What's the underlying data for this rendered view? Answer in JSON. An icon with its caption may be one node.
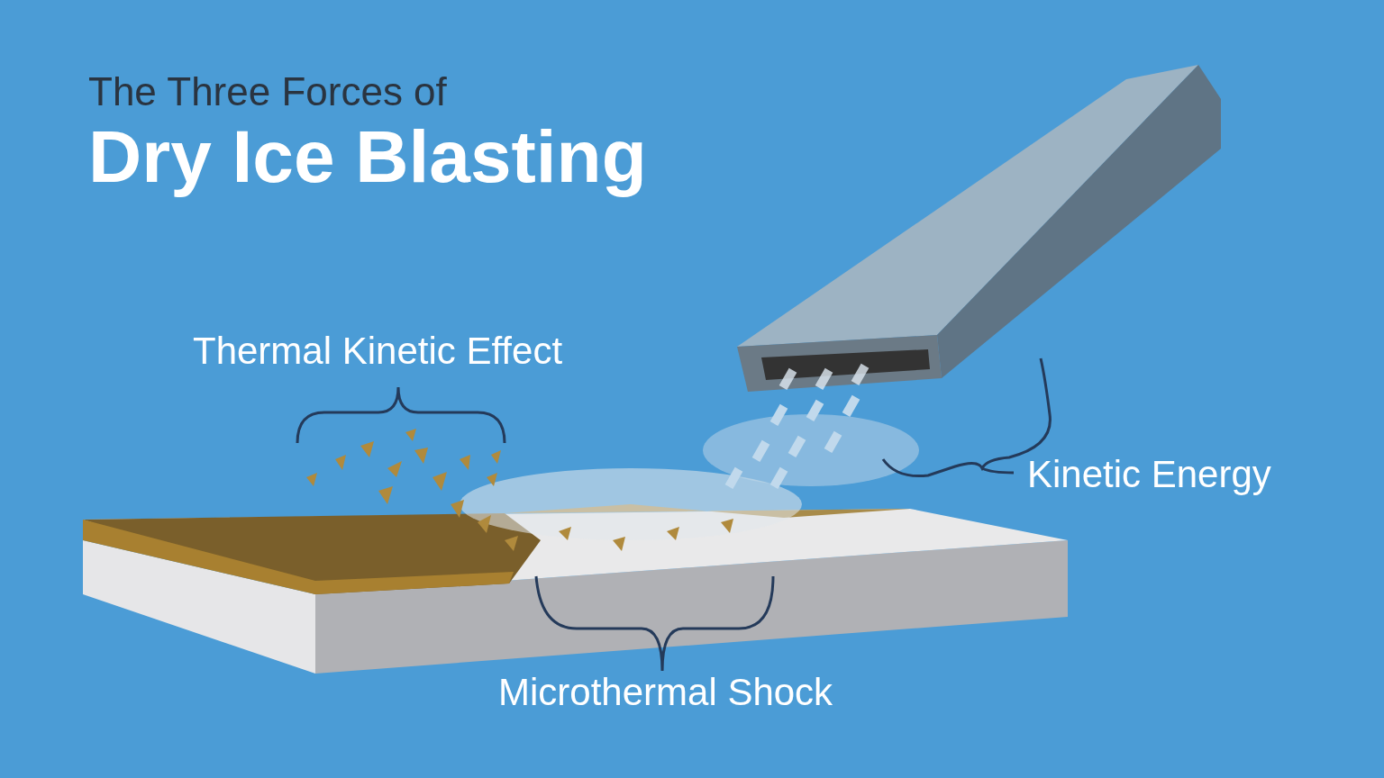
{
  "diagram": {
    "title": "The Three Forces of **Dry Ice Blasting**",
    "labels": [
      "Thermal Kinetic Effect",
      "Kinetic Energy",
      "Microthermal Shock"
    ]
  }
}
